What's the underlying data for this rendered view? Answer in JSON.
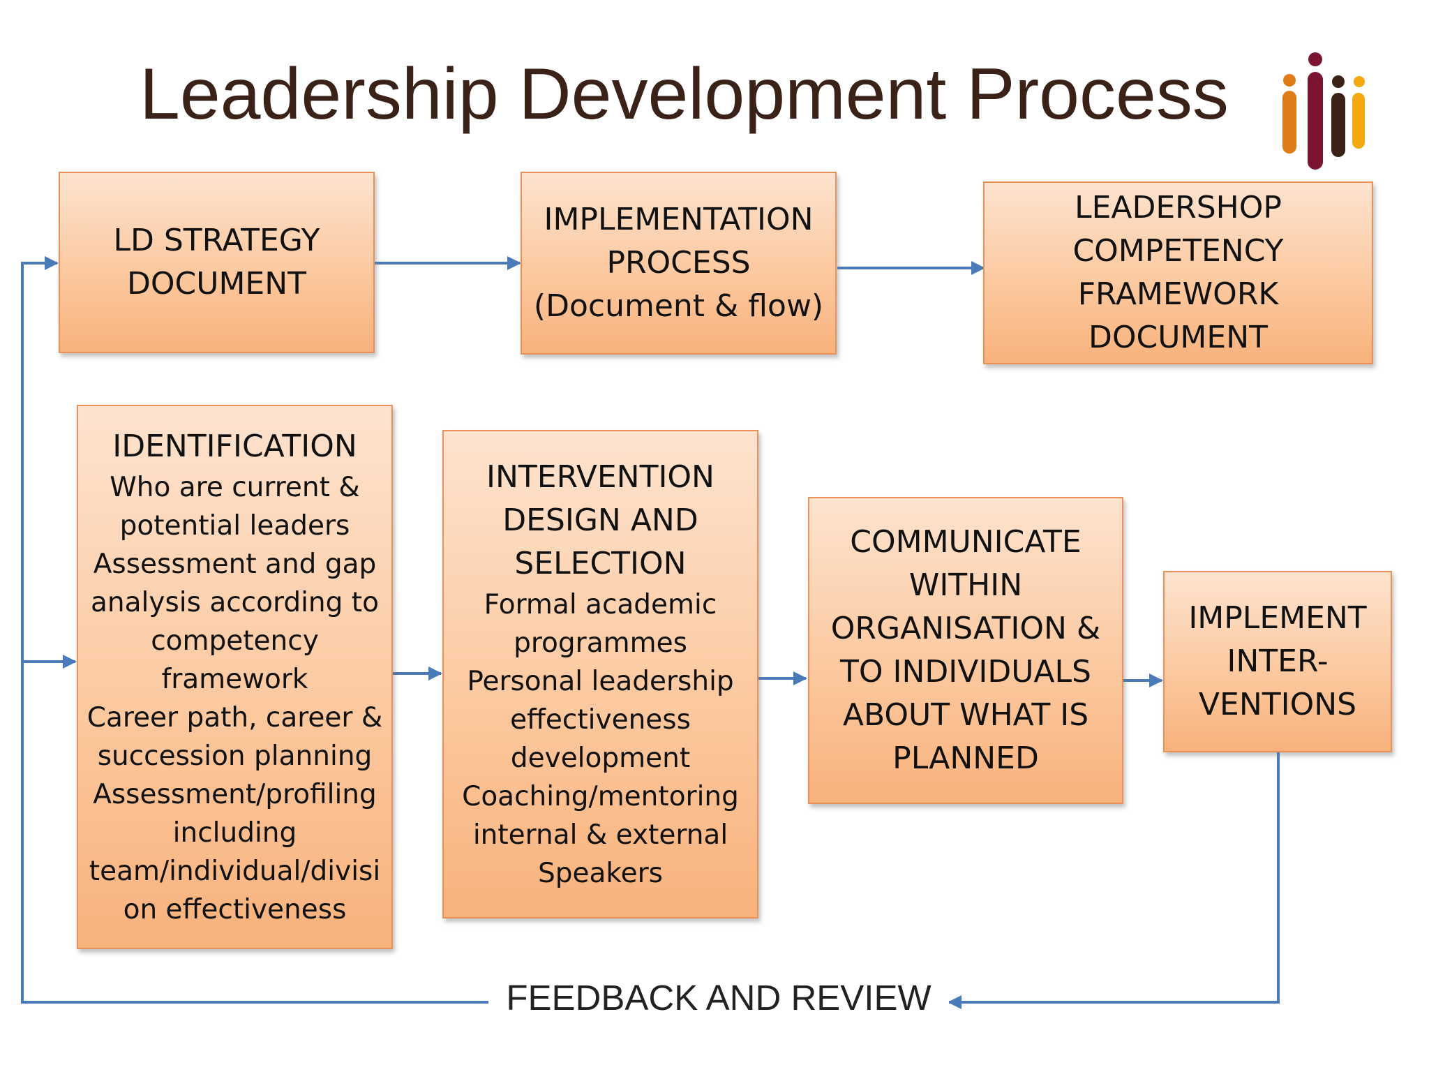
{
  "title": "Leadership Development Process",
  "logo": {
    "name": "company-logo",
    "colors": [
      "#e07b1a",
      "#7a1430",
      "#3b2218",
      "#f4a80f"
    ]
  },
  "colors": {
    "box_border": "#e8915a",
    "box_top": "#fde3cf",
    "box_bottom": "#f8b27c",
    "arrow": "#4a7ab8",
    "title": "#3b2218"
  },
  "boxes": {
    "ld_strategy": {
      "lines": [
        "LD STRATEGY",
        "DOCUMENT"
      ]
    },
    "implementation_process": {
      "lines": [
        "IMPLEMENTATION",
        "PROCESS",
        "(Document & flow)"
      ]
    },
    "competency_framework": {
      "lines": [
        "LEADERSHOP",
        "COMPETENCY",
        "FRAMEWORK",
        "DOCUMENT"
      ]
    },
    "identification": {
      "heading": "IDENTIFICATION",
      "lines": [
        "Who are current &",
        "potential leaders",
        "Assessment and gap",
        "analysis according to",
        "competency",
        "framework",
        "Career path, career &",
        "succession planning",
        "Assessment/profiling",
        "including",
        "team/individual/divisi",
        "on effectiveness"
      ]
    },
    "intervention_design": {
      "heading_lines": [
        "INTERVENTION",
        "DESIGN AND",
        "SELECTION"
      ],
      "lines": [
        "Formal academic",
        "programmes",
        "Personal leadership",
        "effectiveness",
        "development",
        "Coaching/mentoring",
        "internal & external",
        "Speakers"
      ]
    },
    "communicate": {
      "lines": [
        "COMMUNICATE",
        "WITHIN",
        "ORGANISATION &",
        "TO INDIVIDUALS",
        "ABOUT WHAT IS",
        "PLANNED"
      ]
    },
    "implement": {
      "lines": [
        "IMPLEMENT",
        "INTER-",
        "VENTIONS"
      ]
    }
  },
  "feedback_label": "FEEDBACK AND REVIEW"
}
